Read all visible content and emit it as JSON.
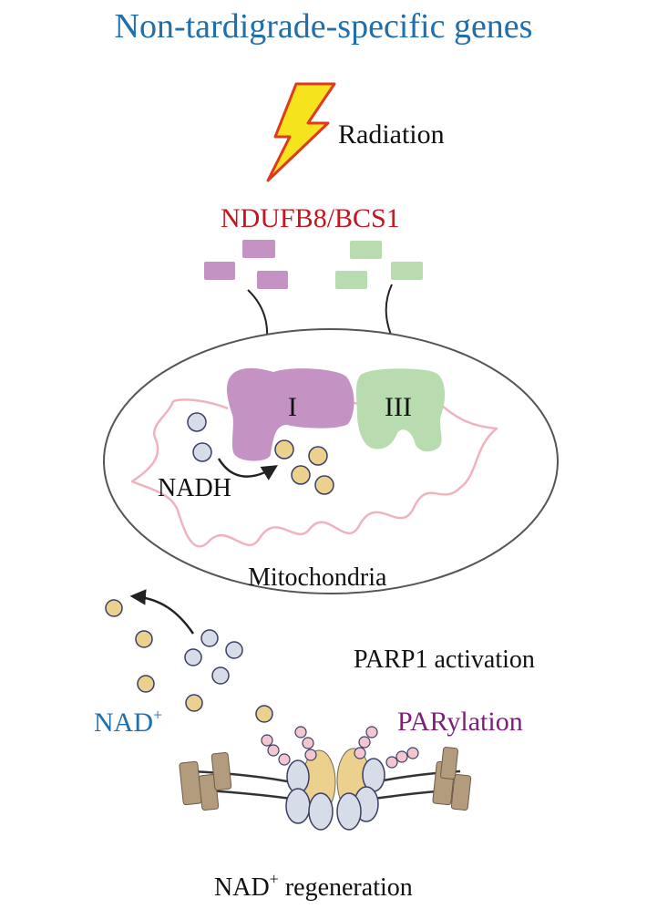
{
  "title": "Non-tardigrade-specific genes",
  "radiation_label": "Radiation",
  "genes_label": "NDUFB8/BCS1",
  "complex_i_label": "I",
  "complex_iii_label": "III",
  "nadh_label": "NADH",
  "mitochondria_label": "Mitochondria",
  "parp_label": "PARP1 activation",
  "nad_base": "NAD",
  "nad_sup": "+",
  "parylation_label": "PARylation",
  "regen_rest": " regeneration",
  "colors": {
    "title": "#1f6fae",
    "genes": "#c8141e",
    "nad": "#1f6fae",
    "parylation": "#7d1f7a",
    "complex_i": "#c592c4",
    "complex_iii": "#b9dbb0",
    "mito_outline": "#555555",
    "cristae": "#efb3bd",
    "nad_circle": "#ecd18e",
    "nadh_circle": "#d7dce9",
    "histone_tan": "#b39b7e",
    "par_bead": "#f3c6d0",
    "bolt_fill": "#f5e31e",
    "bolt_stroke": "#e03a1e"
  }
}
